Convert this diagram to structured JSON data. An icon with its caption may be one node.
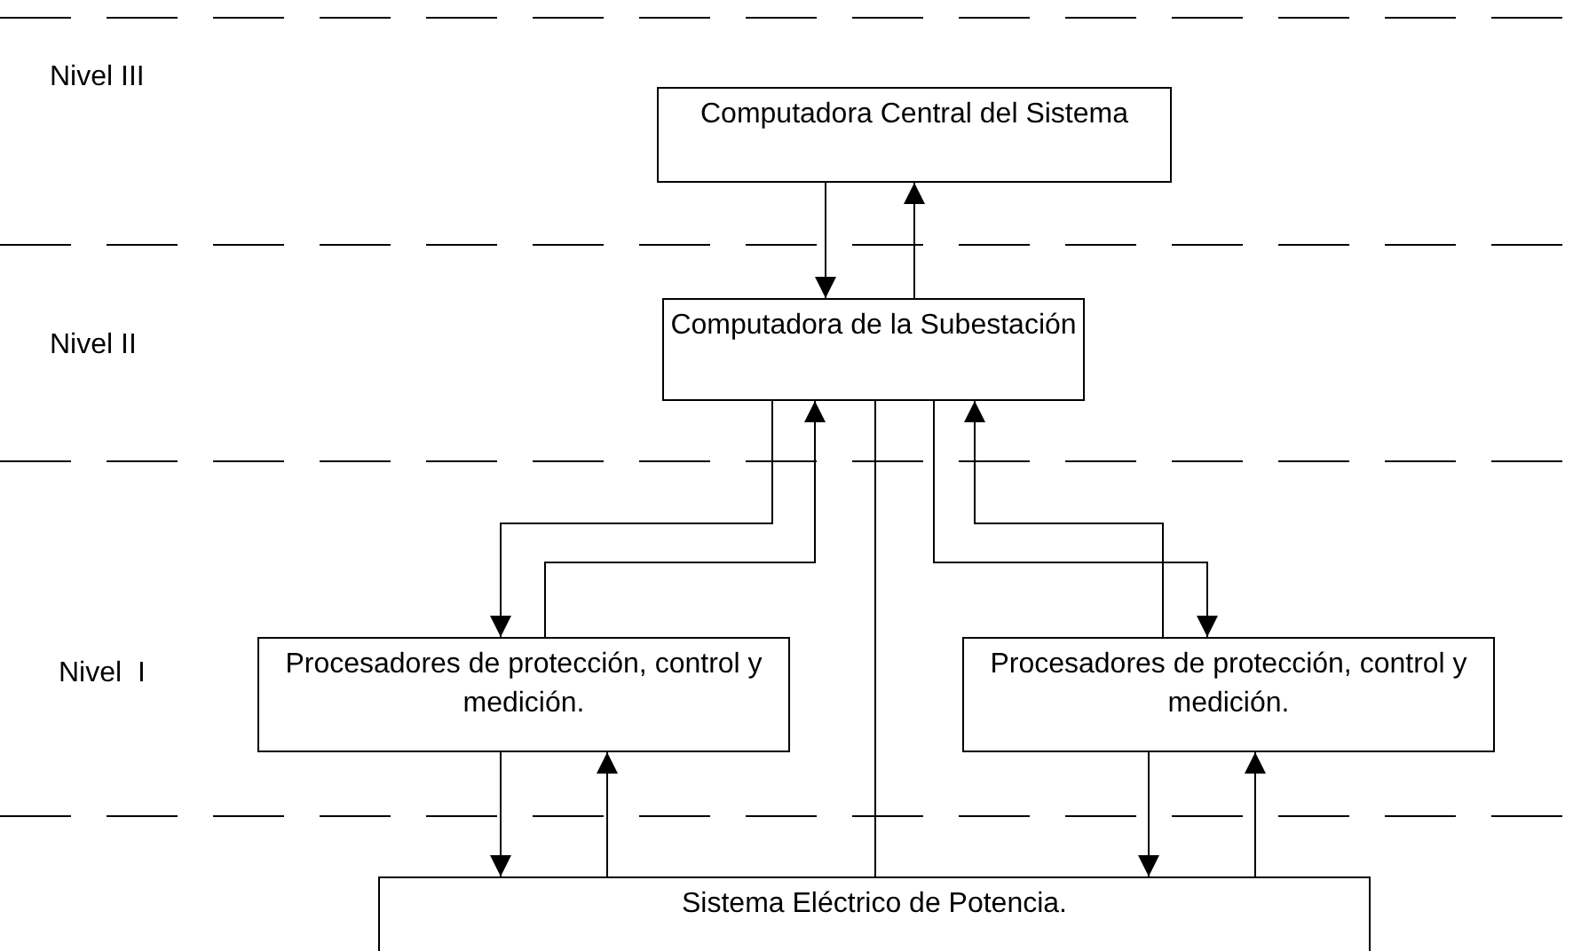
{
  "diagram": {
    "nodes": [
      {
        "text": [
          "Computadora Central del Sistema"
        ]
      },
      {
        "text": [
          "Computadora de la Subestación"
        ]
      },
      {
        "text": [
          "Procesadores de protección, control y medición."
        ]
      },
      {
        "text": [
          "Procesadores de protección, control y medición."
        ]
      },
      {
        "text": [
          "Sistema Eléctrico de Potencia."
        ]
      }
    ],
    "edges": [
      {
        "from": 0,
        "to": 1,
        "arrow": "to"
      },
      {
        "from": 1,
        "to": 0,
        "arrow": "to"
      },
      {
        "from": 1,
        "to": 2,
        "arrow": "to"
      },
      {
        "from": 2,
        "to": 1,
        "arrow": "to"
      },
      {
        "from": 1,
        "to": 3,
        "arrow": "to"
      },
      {
        "from": 3,
        "to": 1,
        "arrow": "to"
      },
      {
        "from": 1,
        "to": 4,
        "arrow": "none"
      },
      {
        "from": 2,
        "to": 4,
        "arrow": "to"
      },
      {
        "from": 4,
        "to": 2,
        "arrow": "to"
      },
      {
        "from": 3,
        "to": 4,
        "arrow": "to"
      },
      {
        "from": 4,
        "to": 3,
        "arrow": "to"
      }
    ],
    "labels": [
      "Nivel III",
      "Nivel II",
      "Nivel  I"
    ]
  }
}
